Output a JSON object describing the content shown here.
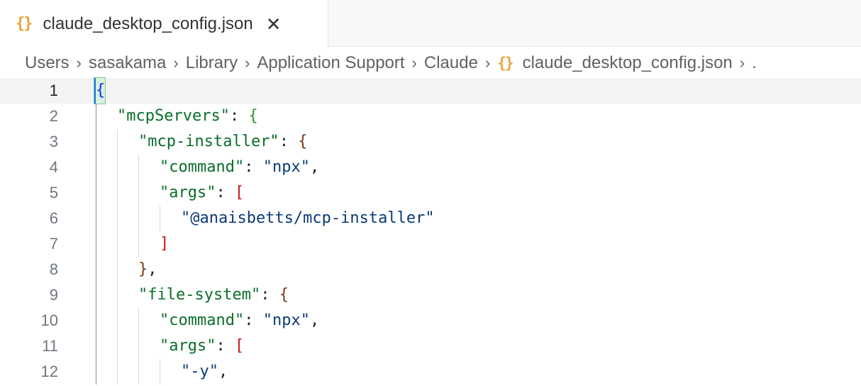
{
  "tab": {
    "icon": "json-braces-icon",
    "icon_glyph": "{}",
    "label": "claude_desktop_config.json",
    "close_glyph": "✕"
  },
  "breadcrumb": {
    "items": [
      "Users",
      "sasakama",
      "Library",
      "Application Support",
      "Claude"
    ],
    "file_label": "claude_desktop_config.json",
    "separator": "›",
    "overflow": "."
  },
  "editor": {
    "lines": [
      {
        "n": "1",
        "tokens": []
      },
      {
        "n": "2",
        "tokens": [
          {
            "t": "\"mcpServers\"",
            "c": "key"
          },
          {
            "t": ": ",
            "c": "punc"
          },
          {
            "t": "{",
            "c": "b2"
          }
        ]
      },
      {
        "n": "3",
        "tokens": [
          {
            "t": "\"mcp-installer\"",
            "c": "key"
          },
          {
            "t": ": ",
            "c": "punc"
          },
          {
            "t": "{",
            "c": "b3"
          }
        ]
      },
      {
        "n": "4",
        "tokens": [
          {
            "t": "\"command\"",
            "c": "key"
          },
          {
            "t": ": ",
            "c": "punc"
          },
          {
            "t": "\"npx\"",
            "c": "str"
          },
          {
            "t": ",",
            "c": "punc"
          }
        ]
      },
      {
        "n": "5",
        "tokens": [
          {
            "t": "\"args\"",
            "c": "key"
          },
          {
            "t": ": ",
            "c": "punc"
          },
          {
            "t": "[",
            "c": "b4"
          }
        ]
      },
      {
        "n": "6",
        "tokens": [
          {
            "t": "\"@anaisbetts/mcp-installer\"",
            "c": "str"
          }
        ]
      },
      {
        "n": "7",
        "tokens": [
          {
            "t": "]",
            "c": "b4"
          }
        ]
      },
      {
        "n": "8",
        "tokens": [
          {
            "t": "}",
            "c": "b3"
          },
          {
            "t": ",",
            "c": "punc"
          }
        ]
      },
      {
        "n": "9",
        "tokens": [
          {
            "t": "\"file-system\"",
            "c": "key"
          },
          {
            "t": ": ",
            "c": "punc"
          },
          {
            "t": "{",
            "c": "b3"
          }
        ]
      },
      {
        "n": "10",
        "tokens": [
          {
            "t": "\"command\"",
            "c": "key"
          },
          {
            "t": ": ",
            "c": "punc"
          },
          {
            "t": "\"npx\"",
            "c": "str"
          },
          {
            "t": ",",
            "c": "punc"
          }
        ]
      },
      {
        "n": "11",
        "tokens": [
          {
            "t": "\"args\"",
            "c": "key"
          },
          {
            "t": ": ",
            "c": "punc"
          },
          {
            "t": "[",
            "c": "b4"
          }
        ]
      },
      {
        "n": "12",
        "tokens": [
          {
            "t": "\"-y\"",
            "c": "str"
          },
          {
            "t": ",",
            "c": "punc"
          }
        ]
      }
    ],
    "first_line_bracket": "{"
  }
}
